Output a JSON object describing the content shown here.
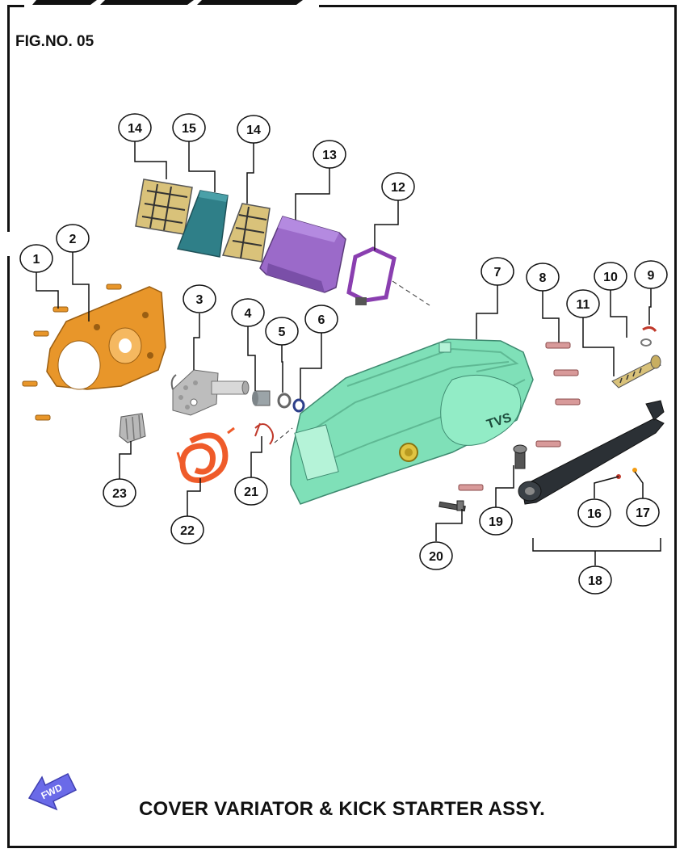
{
  "page": {
    "fig_no": "FIG.NO. 05",
    "caption": "COVER VARIATOR & KICK STARTER ASSY.",
    "fwd_label": "FWD",
    "cover_logo": "TVS"
  },
  "callouts": [
    "1",
    "2",
    "3",
    "4",
    "5",
    "6",
    "7",
    "8",
    "9",
    "10",
    "11",
    "12",
    "13",
    "14",
    "14",
    "15",
    "16",
    "17",
    "18",
    "19",
    "20",
    "21",
    "22",
    "23"
  ],
  "colors": {
    "orange_cover": "#e8962a",
    "green_cover": "#7fe0b8",
    "purple_filter": "#9b6ac9",
    "teal_filter": "#2f7f88",
    "mesh": "#d9c27a",
    "spring": "#ef5b2a",
    "fwd_arrow": "#6a6ae8"
  }
}
